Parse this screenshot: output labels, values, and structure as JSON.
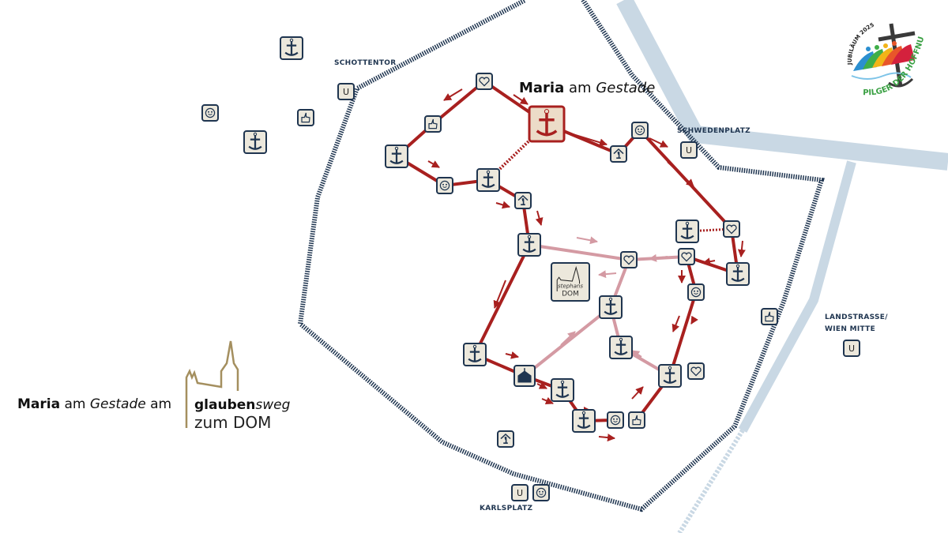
{
  "title": {
    "bold": "Maria",
    "normal": "am",
    "italic": "Gestade"
  },
  "branding": {
    "line1_bold": "Maria",
    "line1_normal": "am",
    "line1_italic": "Gestade",
    "line1_tail": "am",
    "glauben": "glauben",
    "sweg": "sweg",
    "zum_dom": "zum DOM"
  },
  "stations": {
    "schottentor": "Schottentor",
    "schwedenplatz": "Schwedenplatz",
    "landstrasse": "Landstrasse/",
    "wien_mitte": "Wien Mitte",
    "karlsplatz": "Karlsplatz",
    "u_label": "U"
  },
  "dom_icon": {
    "line1": "stephans",
    "line2": "DOM"
  },
  "logo": {
    "top": "JUBILÄUM 2025",
    "bottom": "PILGER DER HOFFNUNG"
  },
  "colors": {
    "route": "#a8201f",
    "route_secondary": "#d49aa3",
    "wall": "#1f3550",
    "river": "#c9d8e4",
    "icon_bg": "#ece8dc",
    "icon_border": "#1f3550",
    "brand_gold": "#a48f5f"
  }
}
